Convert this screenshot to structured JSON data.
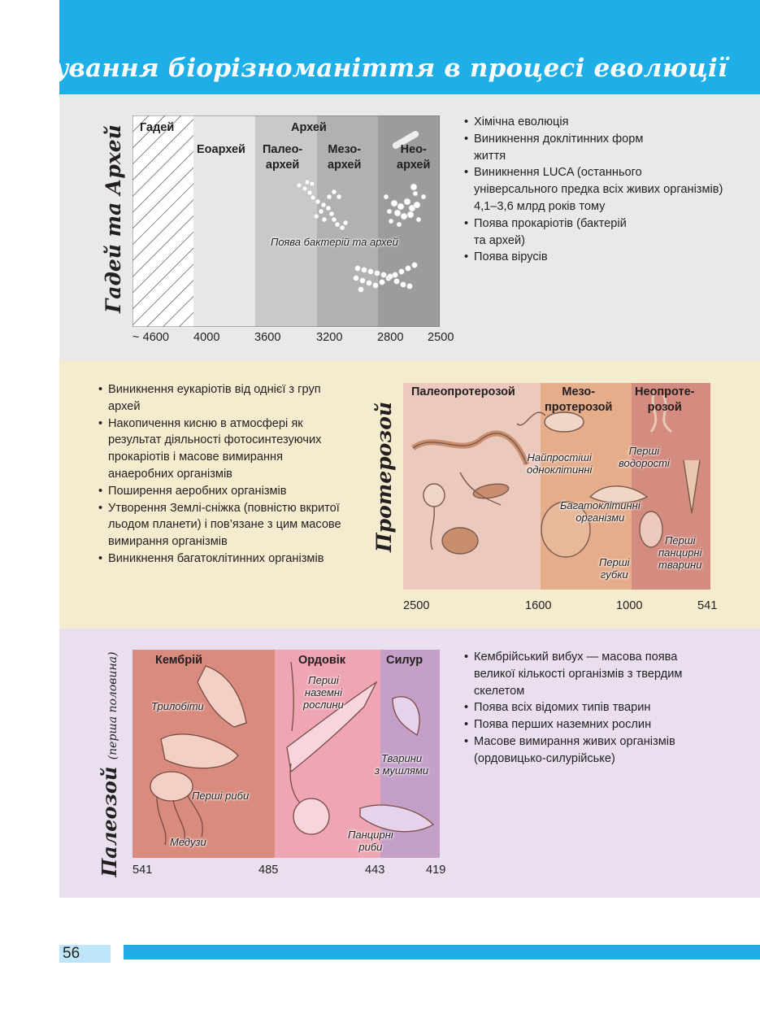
{
  "header": {
    "title": "Формування біорізноманіття в процесі еволюції"
  },
  "section1": {
    "side_label": "Гадей та Архей",
    "eras": {
      "hadean": "Гадей",
      "archean": "Архей",
      "eoarchean": "Еоархей",
      "paleoarchean_1": "Палео-",
      "paleoarchean_2": "архей",
      "mesoarchean_1": "Мезо-",
      "mesoarchean_2": "архей",
      "neoarchean_1": "Нео-",
      "neoarchean_2": "архей"
    },
    "caption": "Поява бактерій та архей",
    "ticks": [
      "~ 4600",
      "4000",
      "3600",
      "3200",
      "2800",
      "2500"
    ],
    "bullets": [
      "Хімічна еволюція",
      "Виникнення доклітинних форм життя",
      "Виникнення LUCA (останнього універсального предка всіх живих організмів) 4,1–3,6 млрд років тому",
      "Поява прокаріотів (бактерій та архей)",
      "Поява вірусів"
    ]
  },
  "section2": {
    "side_label": "Протерозой",
    "eras": {
      "paleoproterozoic": "Палеопротерозой",
      "meso_1": "Мезо-",
      "meso_2": "протерозой",
      "neo_1": "Неопроте-",
      "neo_2": "розой"
    },
    "captions": {
      "protists_1": "Найпростіші",
      "protists_2": "одноклітинні",
      "algae_1": "Перші",
      "algae_2": "водорості",
      "multicell_1": "Багатоклітинні",
      "multicell_2": "організми",
      "sponges_1": "Перші",
      "sponges_2": "губки",
      "armored_1": "Перші",
      "armored_2": "панцирні",
      "armored_3": "тварини"
    },
    "ticks": [
      "2500",
      "1600",
      "1000",
      "541"
    ],
    "bullets": [
      "Виникнення еукаріотів від однієї з груп архей",
      "Накопичення кисню в атмосфері як результат діяльності фотосинтезуючих прокаріотів і масове вимирання анаеробних організмів",
      "Поширення аеробних організмів",
      "Утворення Землі-сніжка (повністю вкритої льодом планети) і пов’язане з цим масове вимирання організмів",
      "Виникнення багатоклітинних організмів"
    ]
  },
  "section3": {
    "side_label": "Палеозой",
    "side_label_note": "(перша половина)",
    "eras": {
      "cambrian": "Кембрій",
      "ordovician": "Ордовік",
      "silurian": "Силур"
    },
    "captions": {
      "trilobites": "Трилобіти",
      "first_fish": "Перші риби",
      "jellyfish": "Медузи",
      "land_plants_1": "Перші",
      "land_plants_2": "наземні",
      "land_plants_3": "рослини",
      "shelled_1": "Тварини",
      "shelled_2": "з мушлями",
      "armored_fish_1": "Панцирні",
      "armored_fish_2": "риби"
    },
    "ticks": [
      "541",
      "485",
      "443",
      "419"
    ],
    "bullets": [
      "Кембрійський вибух — масова поява великої кількості організмів з твердим скелетом",
      "Поява всіх відомих типів тварин",
      "Поява перших наземних рослин",
      "Масове вимирання живих організмів (ордовицько-силурійське)"
    ]
  },
  "footer": {
    "page_number": "56"
  }
}
